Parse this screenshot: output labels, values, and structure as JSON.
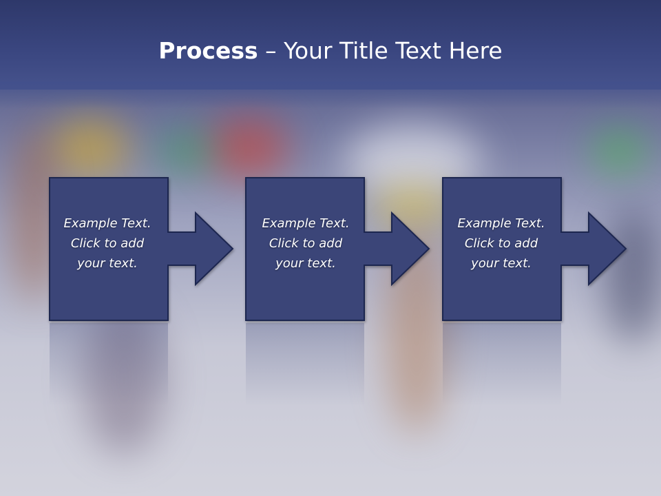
{
  "slide": {
    "title_bold": "Process",
    "title_rest": " – Your Title Text Here"
  },
  "steps": [
    {
      "line1": "Example Text.",
      "line2": "Click  to add",
      "line3": "your text."
    },
    {
      "line1": "Example Text.",
      "line2": "Click  to add",
      "line3": "your text."
    },
    {
      "line1": "Example Text.",
      "line2": "Click  to add",
      "line3": "your text."
    }
  ],
  "colors": {
    "shape_fill": "#3a4478",
    "shape_stroke": "#1e2550",
    "title_text": "#ffffff"
  }
}
